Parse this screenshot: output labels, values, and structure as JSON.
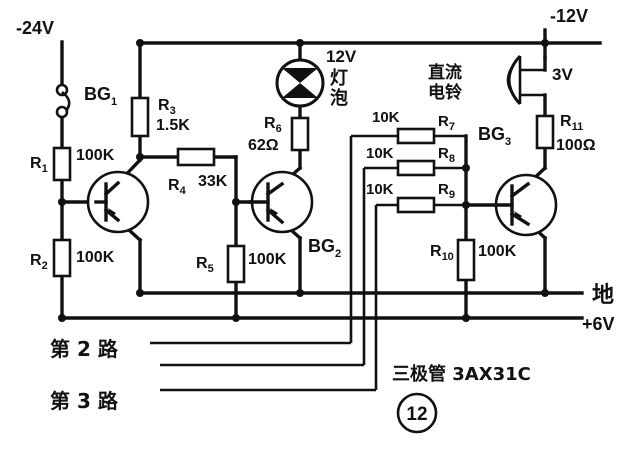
{
  "supply": {
    "neg24": "-24V",
    "neg12": "-12V",
    "ground": "地",
    "pos6": "+6V"
  },
  "transistors": {
    "bg1": {
      "name": "BG",
      "sub": "1"
    },
    "bg2": {
      "name": "BG",
      "sub": "2"
    },
    "bg3": {
      "name": "BG",
      "sub": "3"
    }
  },
  "resistors": {
    "r1": {
      "name": "R",
      "sub": "1",
      "value": "100K"
    },
    "r2": {
      "name": "R",
      "sub": "2",
      "value": "100K"
    },
    "r3": {
      "name": "R",
      "sub": "3",
      "value": "1.5K"
    },
    "r4": {
      "name": "R",
      "sub": "4",
      "value": "33K"
    },
    "r5": {
      "name": "R",
      "sub": "5",
      "value": "100K"
    },
    "r6": {
      "name": "R",
      "sub": "6",
      "value": "62Ω"
    },
    "r7": {
      "name": "R",
      "sub": "7",
      "value": "10K"
    },
    "r8": {
      "name": "R",
      "sub": "8",
      "value": "10K"
    },
    "r9": {
      "name": "R",
      "sub": "9",
      "value": "10K"
    },
    "r10": {
      "name": "R",
      "sub": "10",
      "value": "100K"
    },
    "r11": {
      "name": "R",
      "sub": "11",
      "value": "100Ω"
    }
  },
  "lamp": {
    "voltage": "12V",
    "label_line1": "灯",
    "label_line2": "泡"
  },
  "bell": {
    "label_line1": "直流",
    "label_line2": "电铃",
    "voltage": "3V"
  },
  "inputs": {
    "route2": "第 2 路",
    "route3": "第 3 路"
  },
  "note": "三极管 3AX31C",
  "figure_number": "12"
}
